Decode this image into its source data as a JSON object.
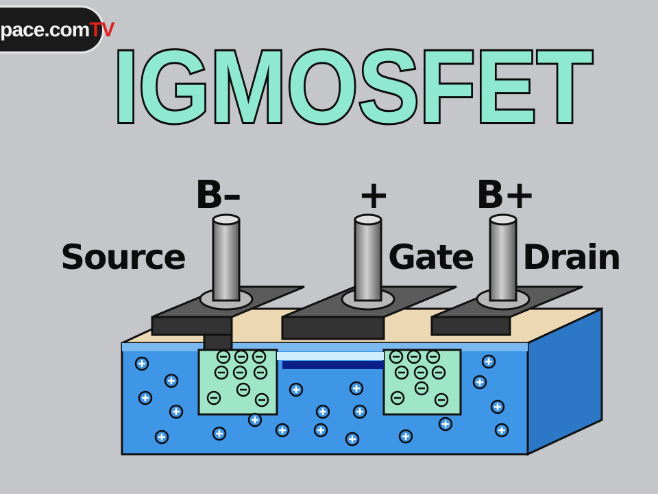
{
  "logo": {
    "text": "pace.com",
    "tv": "TV"
  },
  "title": "IGMOSFET",
  "terminals": {
    "source": {
      "label": "Source",
      "polarity": "B–"
    },
    "gate": {
      "label": "Gate",
      "polarity": "+"
    },
    "drain": {
      "label": "Drain",
      "polarity": "B+"
    }
  },
  "colors": {
    "background": "#c4c6c9",
    "title_fill": "#8fe8d0",
    "substrate": "#3f96e6",
    "n_well": "#9fe6c9",
    "metal_contact": "#4a4a4a",
    "oxide": "#ecd9b3",
    "channel": "#0a1f88"
  },
  "charges": {
    "positive": "+",
    "negative": "−"
  }
}
